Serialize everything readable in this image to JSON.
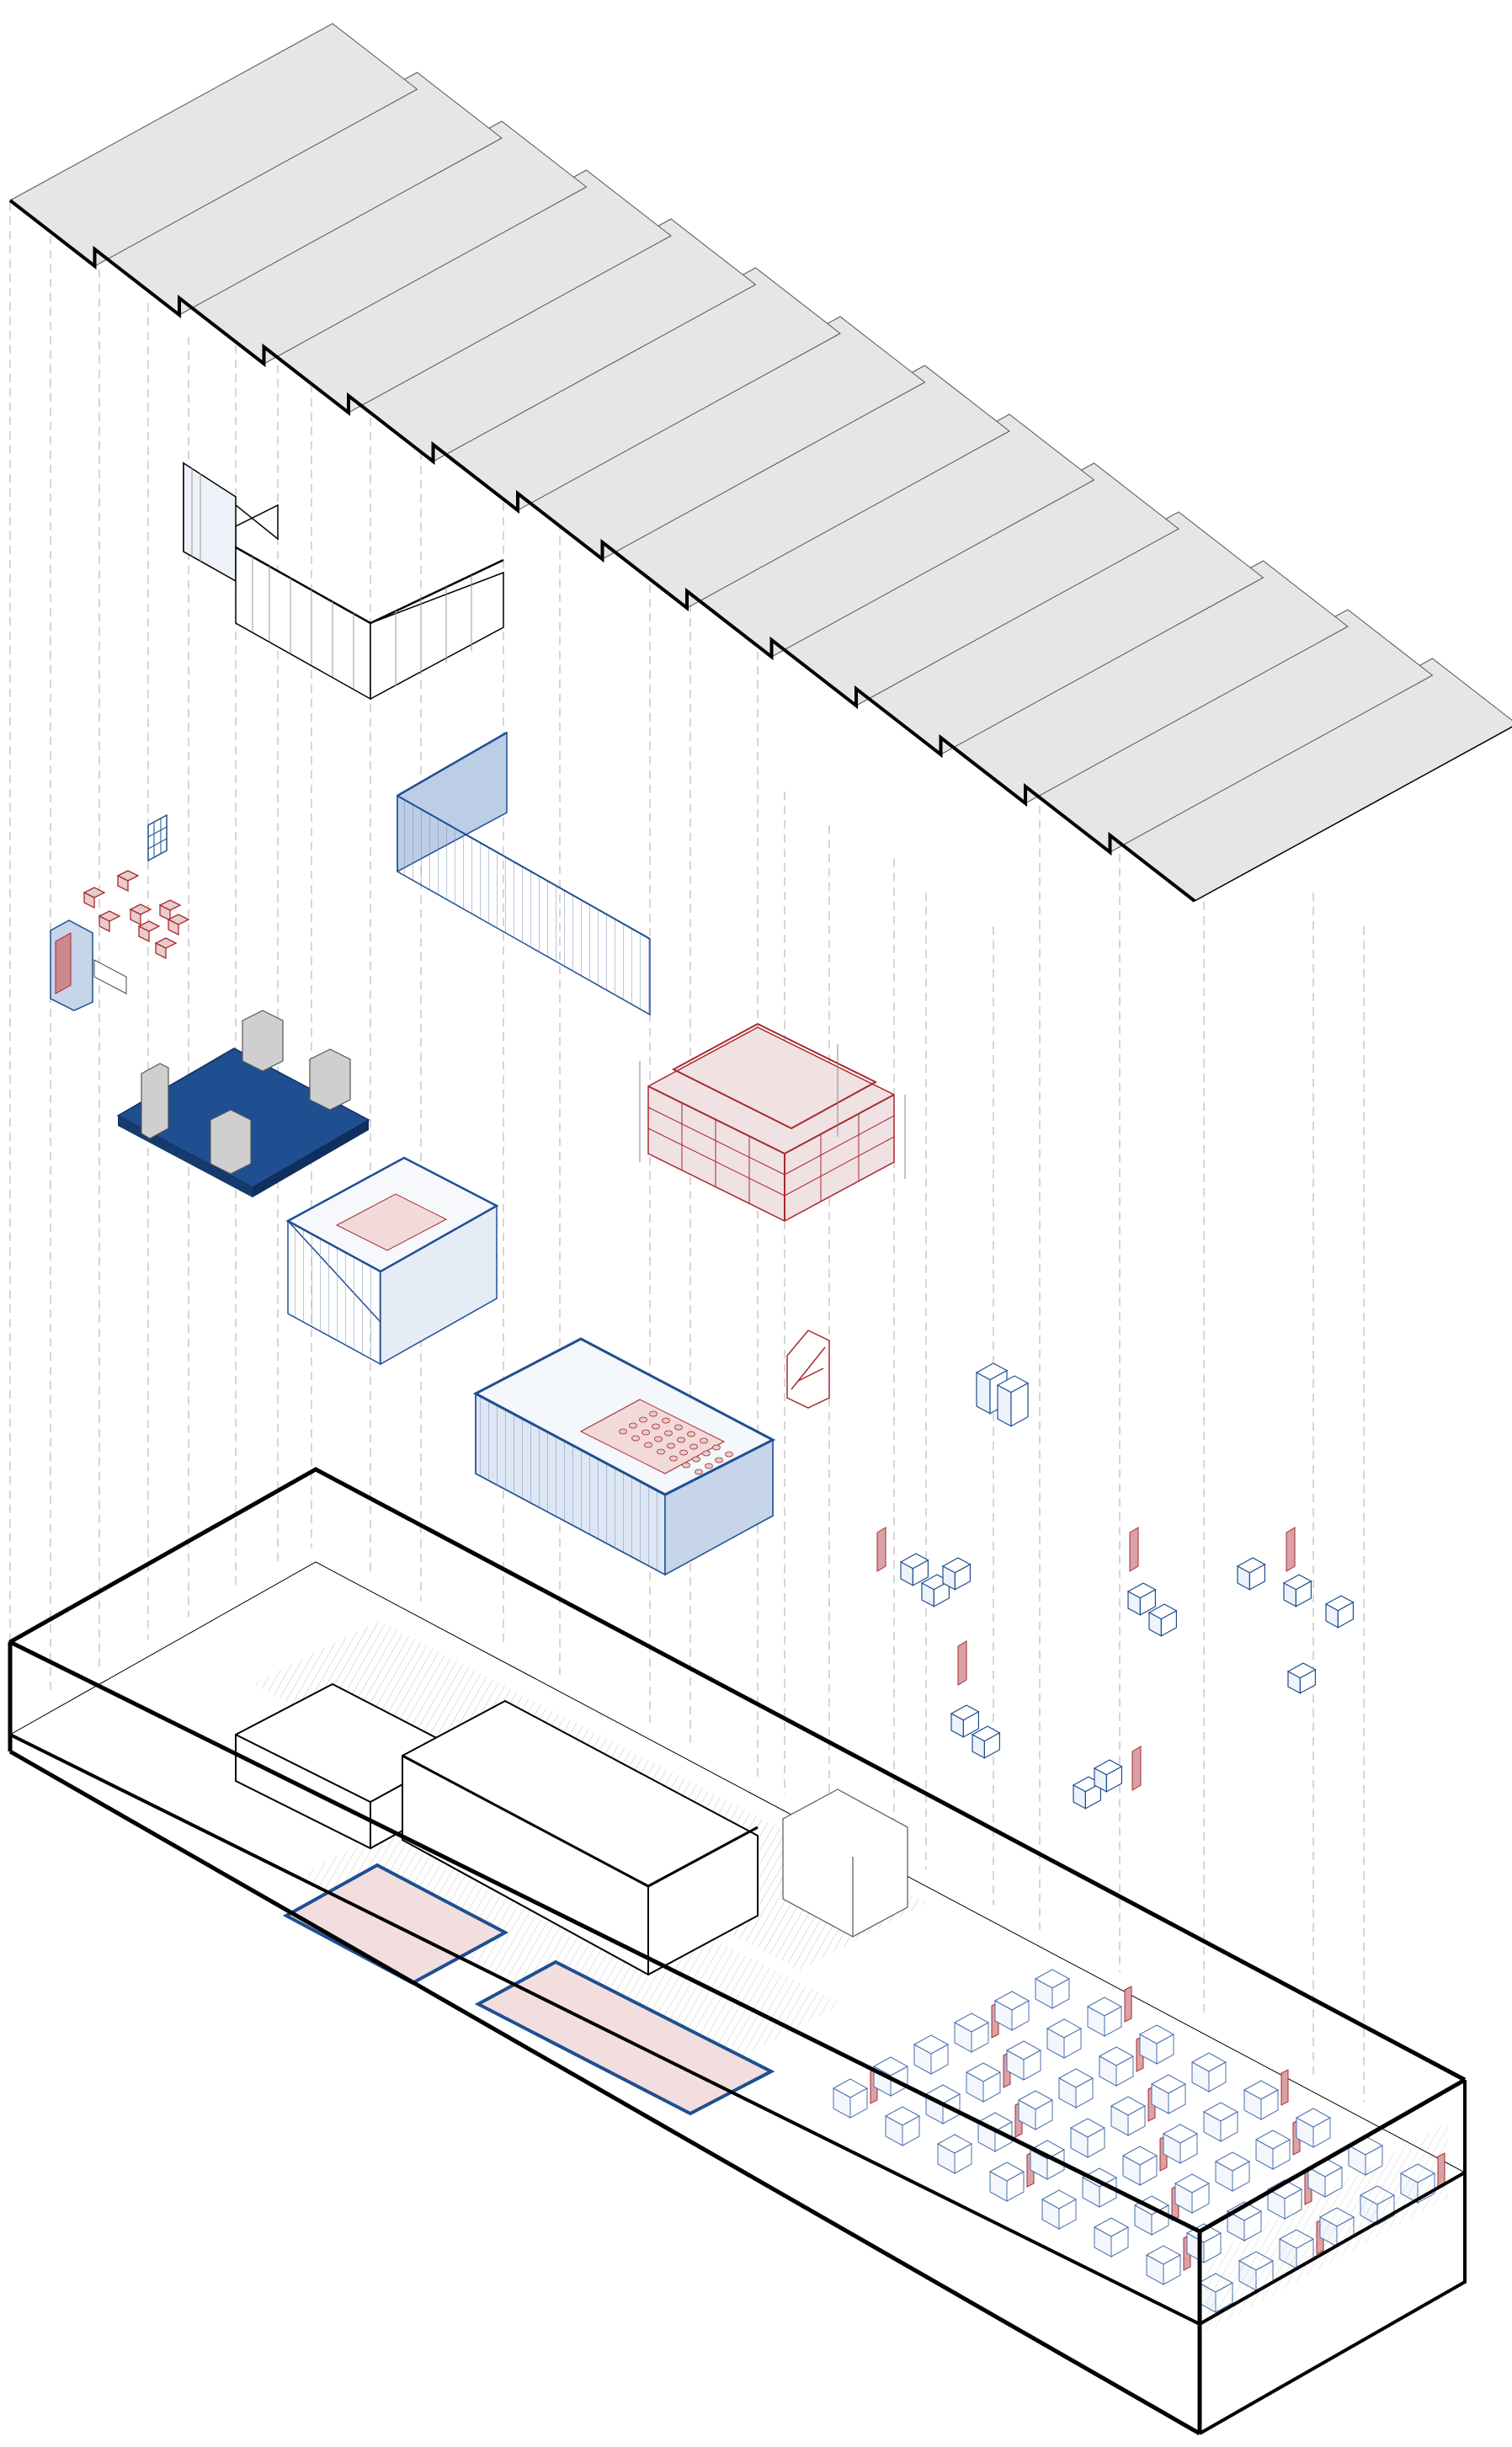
{
  "diagram": {
    "type": "exploded-axonometric",
    "roof_bays": 14,
    "colors": {
      "roof": "#e6e6e6",
      "line": "#000000",
      "guide": "#bbbbbb",
      "blue": "#1f4f91",
      "blue_light": "#c6d5ea",
      "red": "#a8292f",
      "red_light": "#e9cccc",
      "hatch": "#8c8c8c"
    },
    "layers": [
      {
        "id": "sawtooth-roof",
        "icon": "sawtooth-roof-icon"
      },
      {
        "id": "partition-walls",
        "icon": "wall-icon"
      },
      {
        "id": "glazed-screen-wall",
        "icon": "glass-wall-icon"
      },
      {
        "id": "furniture-kit",
        "icon": "furniture-icon"
      },
      {
        "id": "blue-stage-platform",
        "icon": "platform-icon"
      },
      {
        "id": "red-scaffold-structure",
        "icon": "scaffold-icon"
      },
      {
        "id": "meeting-box",
        "icon": "room-box-icon"
      },
      {
        "id": "auditorium-box",
        "icon": "room-box-icon"
      },
      {
        "id": "storage-shelving",
        "icon": "shelving-icon"
      },
      {
        "id": "ground-floor-plan",
        "icon": "floor-plan-icon"
      }
    ]
  }
}
